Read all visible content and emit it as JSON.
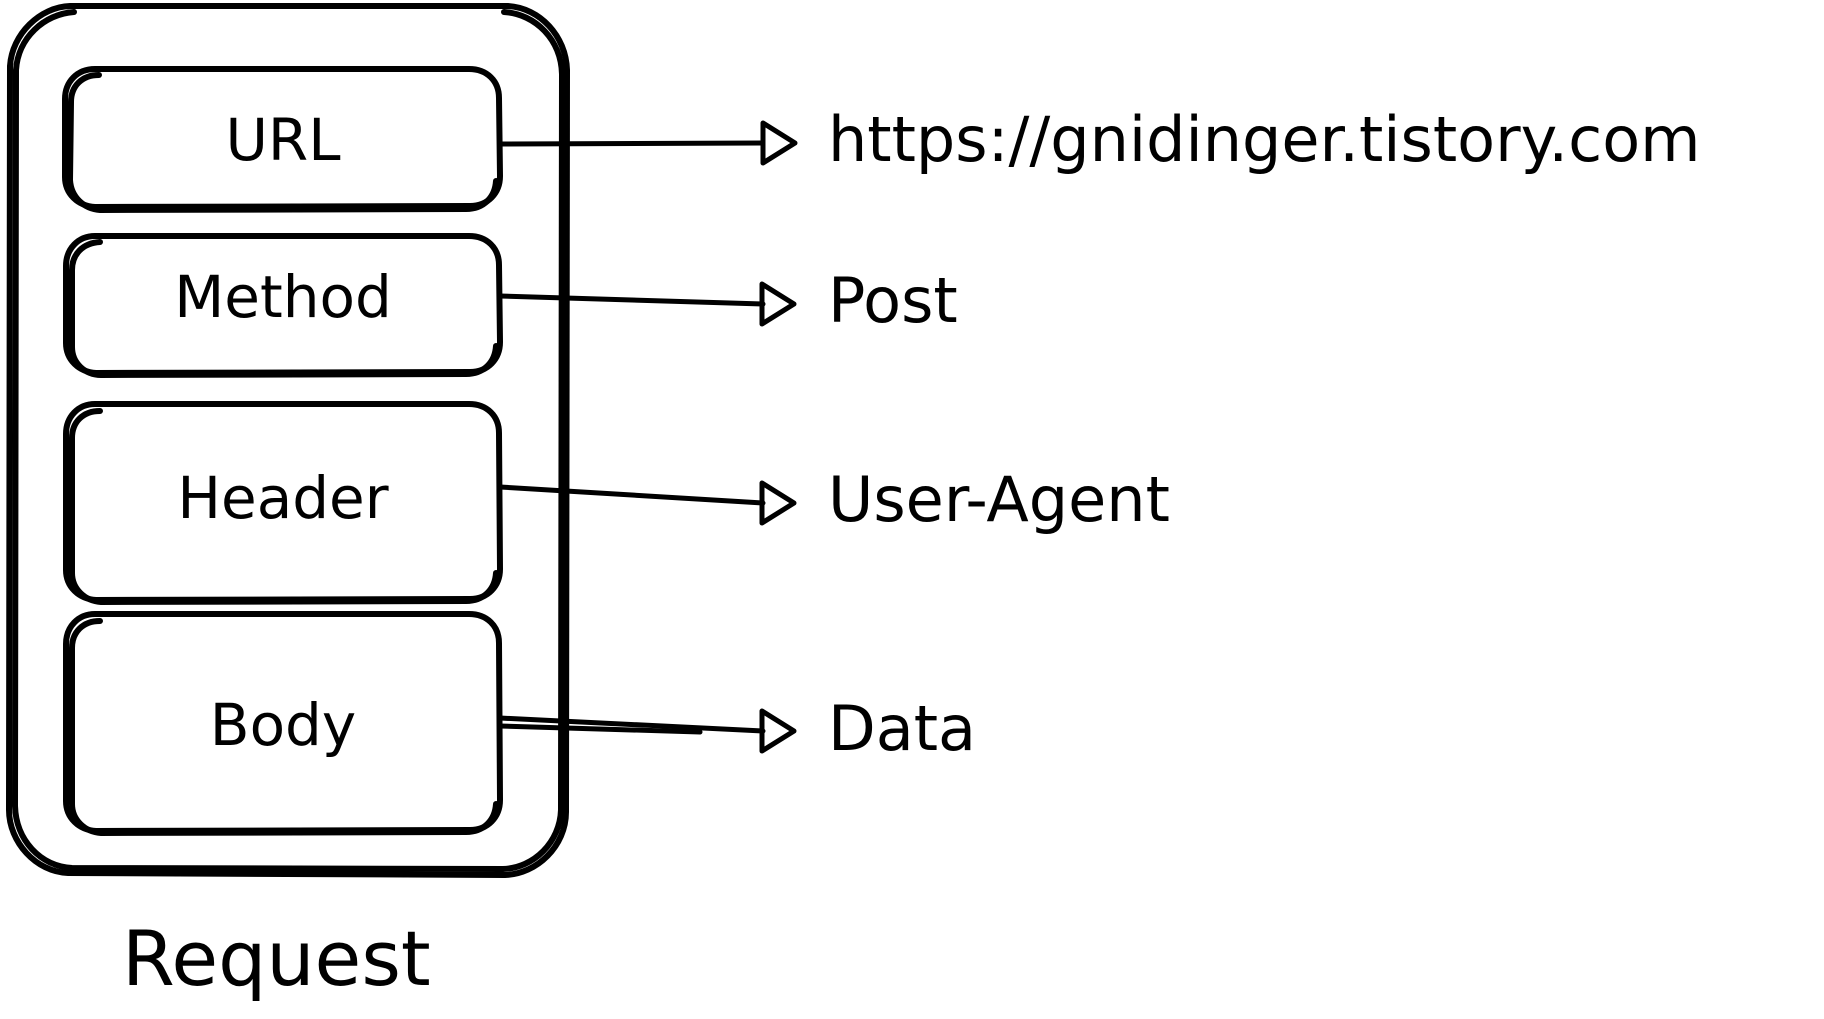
{
  "diagram": {
    "type": "hand-drawn-block-diagram",
    "title": "Request",
    "background_color": "#ffffff",
    "stroke_color": "#000000",
    "container": {
      "label": "Request",
      "shape": "rounded-rectangle-double-stroke"
    },
    "fields": [
      {
        "id": "url",
        "label": "URL",
        "value": "https://gnidinger.tistory.com",
        "connector": "arrow-open-triangle"
      },
      {
        "id": "method",
        "label": "Method",
        "value": "Post",
        "connector": "arrow-open-triangle"
      },
      {
        "id": "header",
        "label": "Header",
        "value": "User-Agent",
        "connector": "arrow-open-triangle"
      },
      {
        "id": "body",
        "label": "Body",
        "value": "Data",
        "connector": "arrow-open-triangle"
      }
    ]
  }
}
